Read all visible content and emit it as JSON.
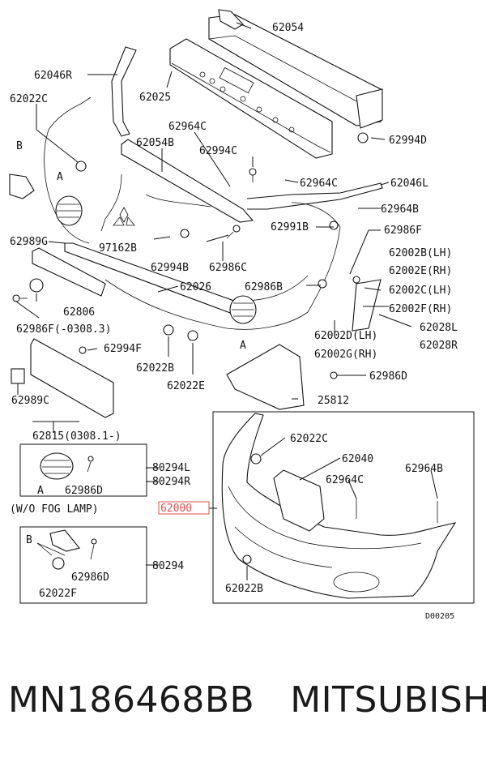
{
  "diagram": {
    "callouts": {
      "c62054": "62054",
      "c62046R": "62046R",
      "c62025": "62025",
      "c62022C_a": "62022C",
      "c62964C_a": "62964C",
      "c62054B": "62054B",
      "c62994C": "62994C",
      "c62994D": "62994D",
      "c62964C_b": "62964C",
      "c62046L": "62046L",
      "c62964B_a": "62964B",
      "c62991B": "62991B",
      "c62986F_a": "62986F",
      "c97162B": "97162B",
      "c62994B": "62994B",
      "c62986C": "62986C",
      "c62989G": "62989G",
      "c62002B": "62002B(LH)",
      "c62002E": "62002E(RH)",
      "c62002C": "62002C(LH)",
      "c62002F": "62002F(RH)",
      "c62026": "62026",
      "c62986B": "62986B",
      "c62806": "62806",
      "c62986F_b": "62986F(-0308.3)",
      "c62028L": "62028L",
      "c62028R": "62028R",
      "c62002D": "62002D(LH)",
      "c62002G": "62002G(RH)",
      "c62994F": "62994F",
      "c62022B_a": "62022B",
      "c62022E": "62022E",
      "c62986D_a": "62986D",
      "c25812": "25812",
      "c62989C": "62989C",
      "c62815": "62815(0308.1-)",
      "c62022C_b": "62022C",
      "c62040": "62040",
      "c62964C_c": "62964C",
      "c62964B_b": "62964B",
      "c80294L": "80294L",
      "c80294R": "80294R",
      "c62986D_b": "62986D",
      "c62000": "62000",
      "c62022B_b": "62022B",
      "c80294": "80294",
      "c62986D_c": "62986D",
      "c62022F": "62022F"
    },
    "letters": {
      "B1": "B",
      "A1": "A",
      "A2": "A",
      "A3": "A",
      "B2": "B"
    },
    "note_wo_fog": "(W/O FOG LAMP)",
    "drawing_code": "D00205"
  },
  "footer": {
    "part_number": "MN186468BB",
    "brand": "MITSUBISHI"
  },
  "colors": {
    "highlight": "#d9534f",
    "ink": "#111111"
  }
}
